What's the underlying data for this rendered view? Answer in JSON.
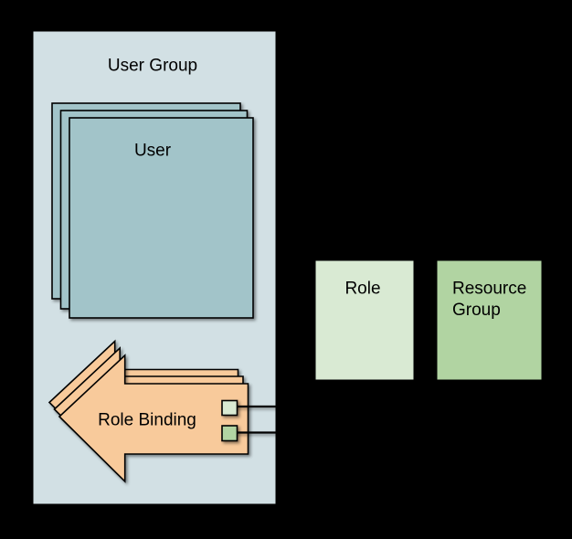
{
  "diagram": {
    "background_color": "#000000",
    "user_group": {
      "label": "User Group",
      "fill": "#d2e0e4"
    },
    "user_stack": {
      "label": "User",
      "copies": 3,
      "fill": "#a2c4c9"
    },
    "role_binding": {
      "label": "Role Binding",
      "copies": 3,
      "fill": "#f8ca9b"
    },
    "role": {
      "label": "Role",
      "fill": "#d9ead3"
    },
    "resource_group": {
      "label": "Resource Group",
      "label_line1": "Resource",
      "label_line2": "Group",
      "fill": "#b1d4a2"
    },
    "connectors": {
      "role_marker_fill": "#d9ead3",
      "resource_group_marker_fill": "#b1d4a2",
      "line_color": "#000000"
    }
  }
}
